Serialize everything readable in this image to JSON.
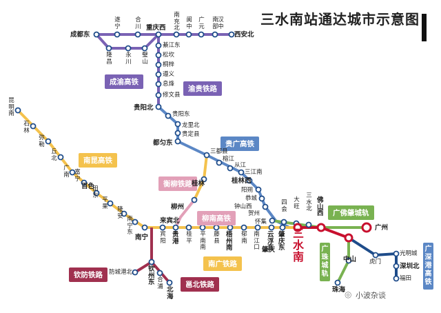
{
  "title": "三水南站通达城市示意图",
  "watermark": "小波杂谈",
  "hub": "三水南",
  "colors": {
    "yellow": "#f4c24d",
    "blue": "#5b87c5",
    "pink": "#e2a0b8",
    "maroon": "#a0304f",
    "green": "#79b251",
    "purple": "#7a62b4",
    "navy": "#1e4c8a",
    "red": "#c8102e"
  },
  "line_badges": {
    "chengyu": "成渝高铁",
    "yugui": "渝贵铁路",
    "guiguang": "贵广高铁",
    "nankun": "南昆高铁",
    "hengliu": "衡柳铁路",
    "liunan": "柳南高铁",
    "nanguang": "南广铁路",
    "qinfang": "钦防铁路",
    "yongbei": "邕北铁路",
    "guangfozhao": "广佛肇城轨",
    "guangzhu": "广珠城轨",
    "guangshengang": "广深港高铁"
  },
  "stations": {
    "chengdudong": "成都东",
    "suining": "遂宁",
    "hechuan": "合川",
    "longchang": "隆昌",
    "yongchuan": "永川",
    "bishan": "璧山",
    "chongqingxi": "重庆西",
    "nanchuan": "南充北",
    "langzhong": "阆中",
    "guangyuan": "广元",
    "nanbu": "南部",
    "hanzhong": "汉中",
    "xian": "西安北",
    "qijiang": "綦江东",
    "songzao": "松坎",
    "tongzi": "桐梓",
    "zunyi": "遵义",
    "xifeng": "息烽",
    "xiuwen": "修文县",
    "guiyangbei": "贵阳北",
    "guiyangdong": "贵阳东",
    "longli": "龙里北",
    "guiding": "贵定县",
    "duyun": "都匀东",
    "sandu": "三都县",
    "rongjiang": "榕江",
    "congjiang": "从江",
    "sanjiang": "三江南",
    "guilinxi": "桂林西",
    "yangshuo": "阳朔",
    "gongcheng": "恭城",
    "zhongshan_gx": "钟山西",
    "hezhou": "贺州",
    "huaiji": "怀集",
    "guilin": "桂林",
    "liuzhou": "柳州",
    "kunmingnan": "昆明南",
    "shilin": "石林",
    "mile": "弥勒",
    "qiubei": "丘北",
    "guangnan": "广南",
    "funing": "富宁",
    "baise": "百色",
    "tiandong": "田东",
    "pingguo": "平果",
    "longan": "隆安",
    "nanning": "南宁",
    "nanningdong": "南宁东",
    "laibinbei": "来宾北",
    "binyang": "宾阳",
    "guigang": "贵港",
    "guiping": "桂平",
    "pingnan": "平南南",
    "tengxian": "藤县",
    "wuzhounan": "梧州南",
    "yulin": "郁南",
    "nanjiangkou": "南江口",
    "yunfudong": "云浮东",
    "zhaoqingdong": "肇庆东",
    "zhaoqing": "肇庆",
    "sihui": "四会",
    "dawang": "大旺",
    "sanshuibei": "三水北",
    "foshanxi": "佛山西",
    "guangzhou": "广州",
    "qinzhoudong": "钦州东",
    "fangchenggangbei": "防城港北",
    "beihai": "北海",
    "hepu": "合浦",
    "zhongshan": "中山",
    "zhuhai": "珠海",
    "humen": "虎门",
    "guangmingcheng": "光明城",
    "shenzhenbei": "深圳北",
    "futian": "福田"
  }
}
